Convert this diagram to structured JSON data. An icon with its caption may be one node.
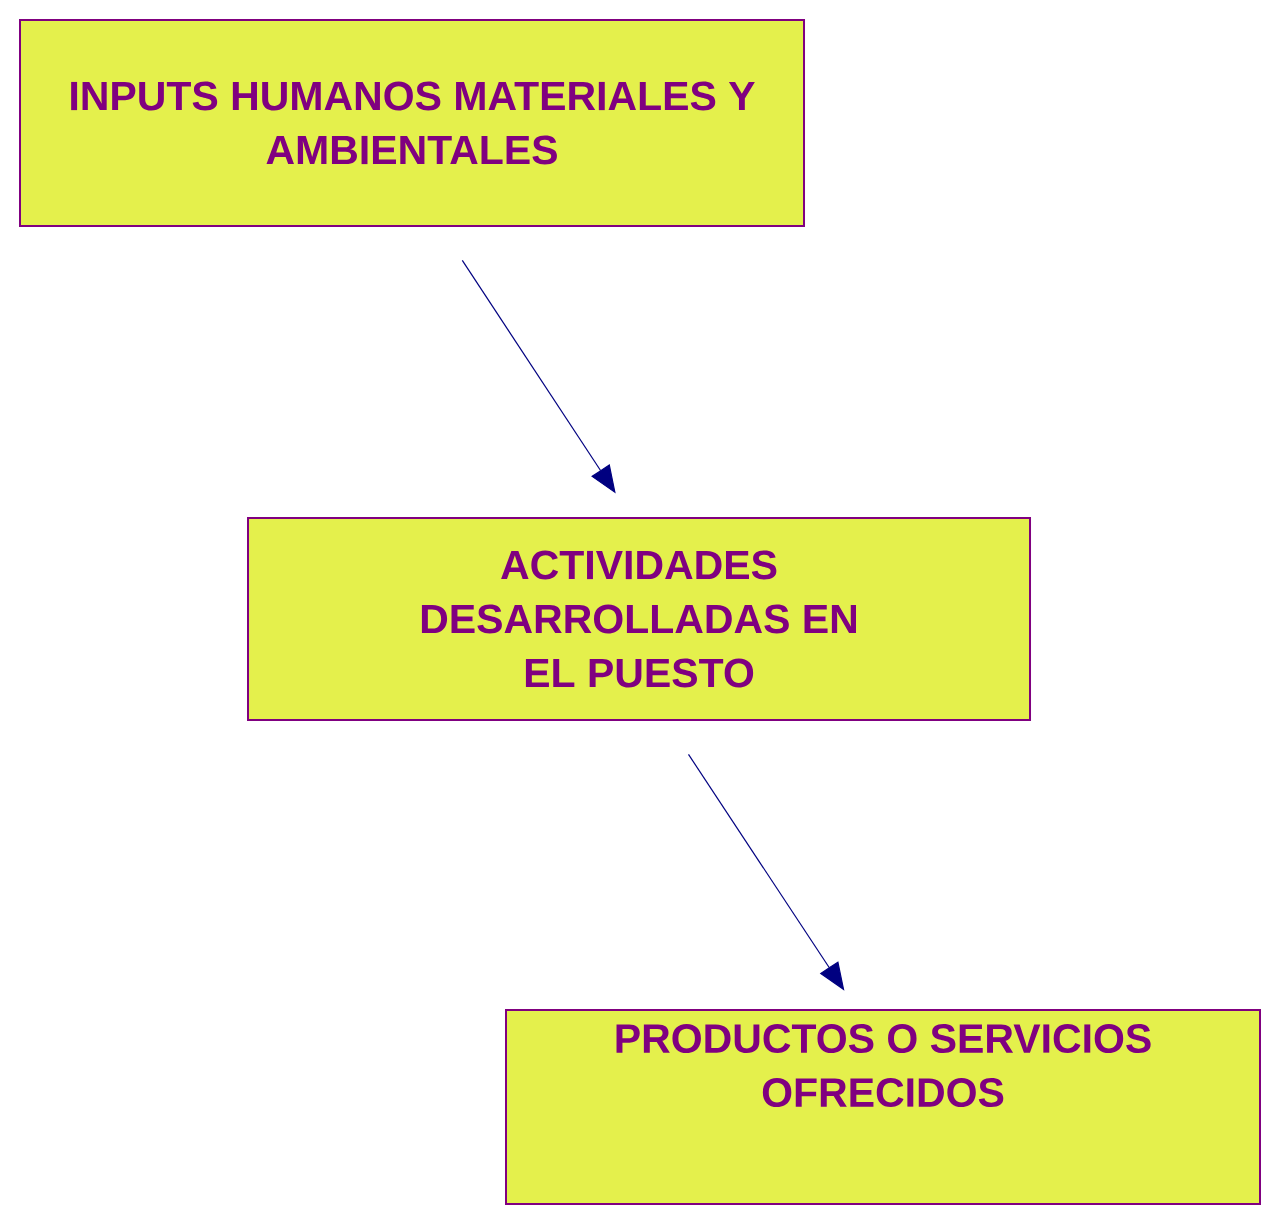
{
  "diagram": {
    "nodes": [
      {
        "text": [
          "INPUTS HUMANOS MATERIALES Y AMBIENTALES"
        ]
      },
      {
        "text": [
          "ACTIVIDADES DESARROLLADAS EN EL PUESTO"
        ]
      },
      {
        "text": [
          "PRODUCTOS O SERVICIOS OFRECIDOS"
        ]
      }
    ],
    "edges": [
      {
        "from": 0,
        "to": 1,
        "arrow": "to"
      },
      {
        "from": 1,
        "to": 2,
        "arrow": "to"
      }
    ]
  }
}
